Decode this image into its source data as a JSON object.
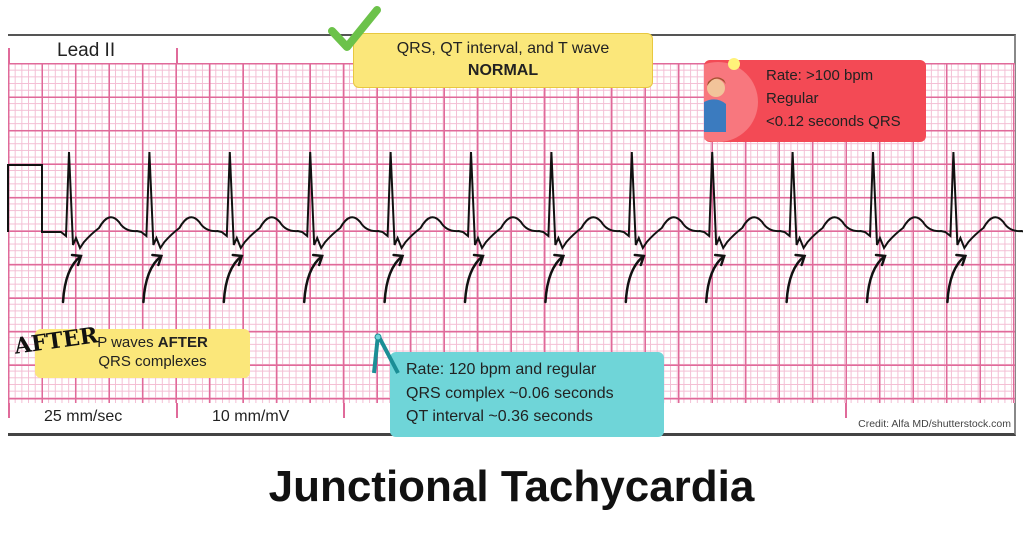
{
  "lead": "Lead II",
  "speed": "25 mm/sec",
  "gain": "10 mm/mV",
  "credit": "Credit: Alfa MD/shutterstock.com",
  "title": "Junctional Tachycardia",
  "normal_box": {
    "line1": "QRS, QT interval, and T wave",
    "line2": "NORMAL"
  },
  "criteria_box": {
    "lines": [
      "Rate: >100 bpm",
      "Regular",
      "<0.12 seconds QRS"
    ]
  },
  "measure_box": {
    "lines": [
      "Rate: 120 bpm and regular",
      "QRS complex ~0.06 seconds",
      "QT interval ~0.36 seconds"
    ]
  },
  "p_wave_box": {
    "prefix": "P waves ",
    "bold": "AFTER",
    "line2": "QRS complexes",
    "sticker": "AFTER"
  },
  "colors": {
    "grid_major": "#e06a9a",
    "grid_minor": "#f3bdd3",
    "yellow": "#fbe77a",
    "red": "#f34a55",
    "teal": "#6fd5d8",
    "check": "#6cc24a"
  }
}
